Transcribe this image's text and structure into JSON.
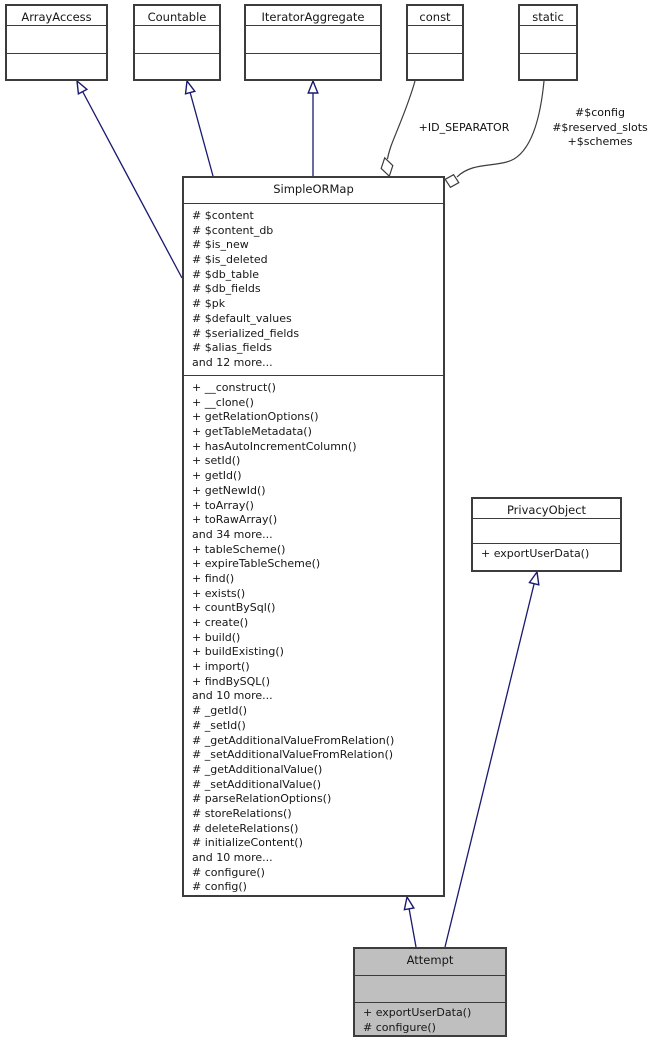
{
  "classes": {
    "array_access": {
      "title": "ArrayAccess"
    },
    "countable": {
      "title": "Countable"
    },
    "iterator_aggregate": {
      "title": "IteratorAggregate"
    },
    "const": {
      "title": "const"
    },
    "static": {
      "title": "static"
    },
    "simple_or_map": {
      "title": "SimpleORMap",
      "attributes": [
        "# $content",
        "# $content_db",
        "# $is_new",
        "# $is_deleted",
        "# $db_table",
        "# $db_fields",
        "# $pk",
        "# $default_values",
        "# $serialized_fields",
        "# $alias_fields",
        "and 12 more..."
      ],
      "methods": [
        "+ __construct()",
        "+ __clone()",
        "+ getRelationOptions()",
        "+ getTableMetadata()",
        "+ hasAutoIncrementColumn()",
        "+ setId()",
        "+ getId()",
        "+ getNewId()",
        "+ toArray()",
        "+ toRawArray()",
        "and 34 more...",
        "+ tableScheme()",
        "+ expireTableScheme()",
        "+ find()",
        "+ exists()",
        "+ countBySql()",
        "+ create()",
        "+ build()",
        "+ buildExisting()",
        "+ import()",
        "+ findBySQL()",
        "and 10 more...",
        "# _getId()",
        "# _setId()",
        "# _getAdditionalValueFromRelation()",
        "# _setAdditionalValueFromRelation()",
        "# _getAdditionalValue()",
        "# _setAdditionalValue()",
        "# parseRelationOptions()",
        "# storeRelations()",
        "# deleteRelations()",
        "# initializeContent()",
        "and 10 more...",
        "# configure()",
        "# config()"
      ]
    },
    "privacy_object": {
      "title": "PrivacyObject",
      "methods": [
        "+ exportUserData()"
      ]
    },
    "attempt": {
      "title": "Attempt",
      "methods": [
        "+ exportUserData()",
        "# configure()"
      ]
    }
  },
  "edge_labels": {
    "const_edge": "+ID_SEPARATOR",
    "static_edge": [
      "#$config",
      "#$reserved_slots",
      "+$schemes"
    ]
  },
  "colors": {
    "inheritance_edge": "#191970",
    "usage_edge": "#3c3c3c",
    "box_border": "#3c3c3c",
    "attempt_fill": "#bfbfbf"
  }
}
